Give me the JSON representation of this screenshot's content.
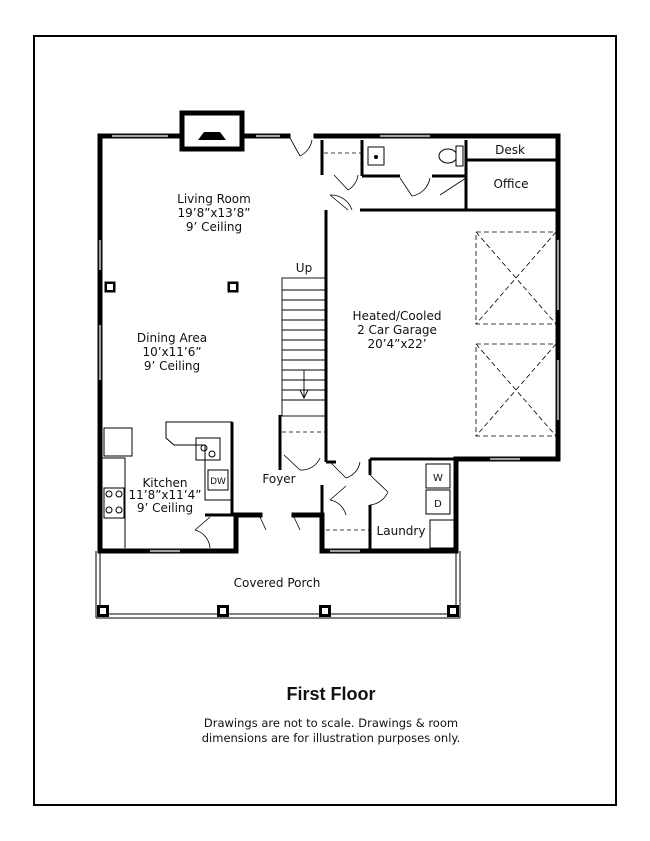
{
  "plan": {
    "title": "First Floor",
    "disclaimer_lines": [
      "Drawings are not to scale. Drawings & room",
      "dimensions are for illustration purposes only."
    ]
  },
  "rooms": {
    "living_room": {
      "name": "Living Room",
      "size": "19’8”x13’8”",
      "ceiling": "9’ Ceiling"
    },
    "dining_area": {
      "name": "Dining Area",
      "size": "10’x11’6”",
      "ceiling": "9’ Ceiling"
    },
    "kitchen": {
      "name": "Kitchen",
      "size": "11’8”x11’4”",
      "ceiling": "9’ Ceiling"
    },
    "garage": {
      "name_line1": "Heated/Cooled",
      "name_line2": "2 Car Garage",
      "size": "20’4”x22’"
    },
    "office": {
      "name": "Office"
    },
    "desk": {
      "name": "Desk"
    },
    "foyer": {
      "name": "Foyer"
    },
    "laundry": {
      "name": "Laundry"
    },
    "porch": {
      "name": "Covered Porch"
    }
  },
  "stairs": {
    "label": "Up"
  },
  "appliances": {
    "dishwasher": "DW",
    "washer": "W",
    "dryer": "D"
  },
  "colors": {
    "wall": "#000000",
    "line": "#222222",
    "background": "#ffffff"
  }
}
